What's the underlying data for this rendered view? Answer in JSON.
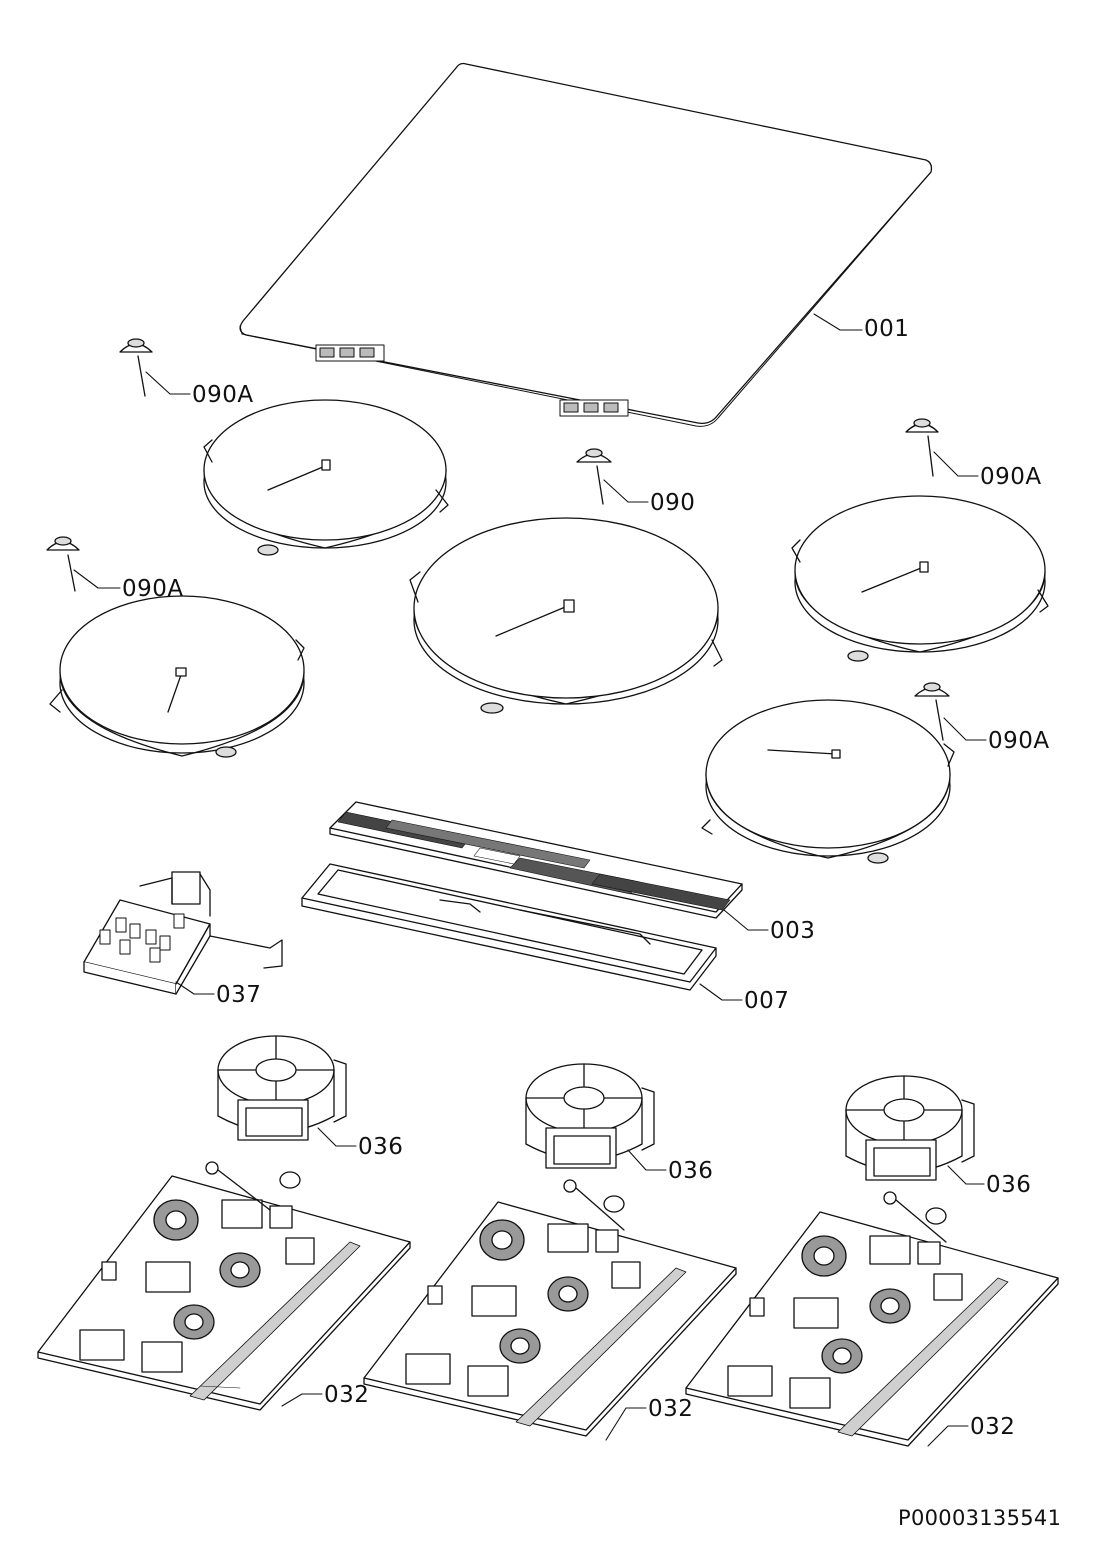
{
  "diagram": {
    "parts": {
      "glass_top": "001",
      "sensor_left_top": "090A",
      "sensor_center": "090",
      "sensor_right_top": "090A",
      "sensor_left_mid": "090A",
      "sensor_right_low": "090A",
      "control_board": "003",
      "control_frame": "007",
      "terminal_block": "037",
      "fan_left": "036",
      "fan_center": "036",
      "fan_right": "036",
      "power_board_left": "032",
      "power_board_center": "032",
      "power_board_right": "032"
    },
    "document_id": "P00003135541"
  },
  "colors": {
    "line": "#111111",
    "fill": "#ffffff",
    "shade": "#cfcfcf"
  }
}
